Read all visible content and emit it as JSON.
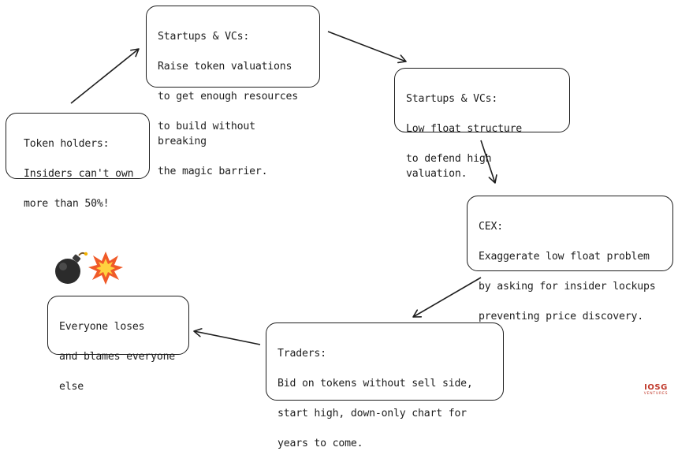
{
  "nodes": {
    "startups_vcs_raise": {
      "lines": [
        "Startups & VCs:",
        "Raise token valuations",
        "to get enough resources",
        "to build without breaking",
        "the magic barrier."
      ]
    },
    "startups_vcs_low_float": {
      "lines": [
        "Startups & VCs:",
        "Low float structure",
        "to defend high valuation."
      ]
    },
    "cex": {
      "lines": [
        "CEX:",
        "Exaggerate low float problem",
        "by asking for insider lockups",
        "preventing price discovery."
      ]
    },
    "traders": {
      "lines": [
        "Traders:",
        "Bid on tokens without sell side,",
        "start high, down-only chart for",
        "years to come."
      ]
    },
    "everyone": {
      "lines": [
        "Everyone loses",
        "and blames everyone",
        "else"
      ]
    },
    "token_holders": {
      "lines": [
        "Token holders:",
        "Insiders can't own",
        "more than 50%!"
      ]
    }
  },
  "icons": {
    "bomb": "bomb-icon",
    "explosion": "explosion-icon"
  },
  "logo": {
    "text": "IOSG",
    "subtext": "VENTURES",
    "color": "#c0392b"
  },
  "colors": {
    "stroke": "#1e1e1e",
    "background": "#ffffff"
  }
}
